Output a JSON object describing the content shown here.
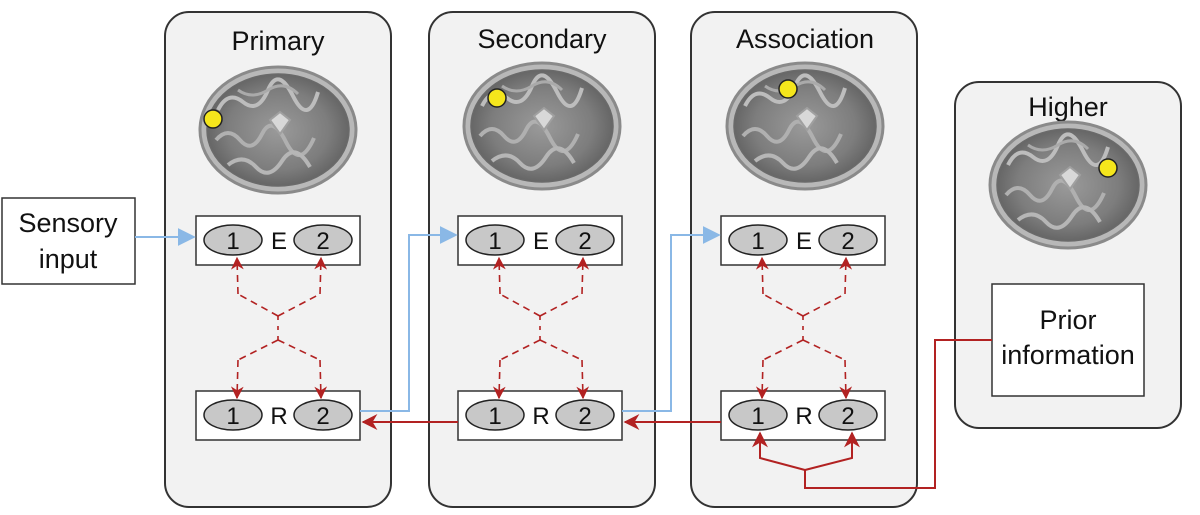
{
  "stages": [
    {
      "title": "Primary",
      "error_label": "E",
      "rep_label": "R",
      "unit_1": "1",
      "unit_2": "2"
    },
    {
      "title": "Secondary",
      "error_label": "E",
      "rep_label": "R",
      "unit_1": "1",
      "unit_2": "2"
    },
    {
      "title": "Association",
      "error_label": "E",
      "rep_label": "R",
      "unit_1": "1",
      "unit_2": "2"
    }
  ],
  "higher": {
    "title": "Higher",
    "prior_line_1": "Prior",
    "prior_line_2": "information"
  },
  "sensory_input": {
    "line_1": "Sensory",
    "line_2": "input"
  },
  "colors": {
    "panel_fill": "#f2f2f2",
    "panel_stroke": "#333333",
    "feedforward_arrow": "#8ab8e6",
    "feedback_arrow": "#b22222",
    "unit_fill": "#c8c8c8",
    "marker_fill": "#f5e61c"
  },
  "icons": [
    "brain-scan-icon"
  ]
}
